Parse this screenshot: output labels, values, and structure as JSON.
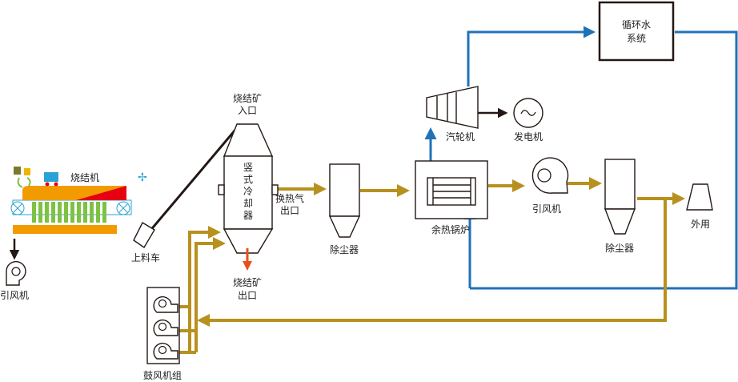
{
  "diagram": {
    "colors": {
      "gas_flow": "#B8901E",
      "water_flow": "#1F72B8",
      "ore_out": "#E8501A",
      "sinter_bed": "#F29B00",
      "hot_zone": "#E60012",
      "windbox": "#7DC242"
    },
    "nodes": {
      "sinter_machine": "烧结机",
      "induced_fan_left": "引风机",
      "charging_car": "上料车",
      "ore_inlet_l1": "烧结矿",
      "ore_inlet_l2": "入口",
      "cooler_chars": [
        "竖",
        "式",
        "冷",
        "却",
        "器"
      ],
      "ore_outlet_l1": "烧结矿",
      "ore_outlet_l2": "出口",
      "hot_gas_out_l1": "换热气",
      "hot_gas_out_l2": "出口",
      "dust_collector_1": "除尘器",
      "waste_heat_boiler": "余热锅炉",
      "steam_turbine": "汽轮机",
      "generator": "发电机",
      "circ_water_l1": "循环水",
      "circ_water_l2": "系统",
      "induced_fan_right": "引风机",
      "dust_collector_2": "除尘器",
      "external_use": "外用",
      "blower_group": "鼓风机组"
    }
  }
}
